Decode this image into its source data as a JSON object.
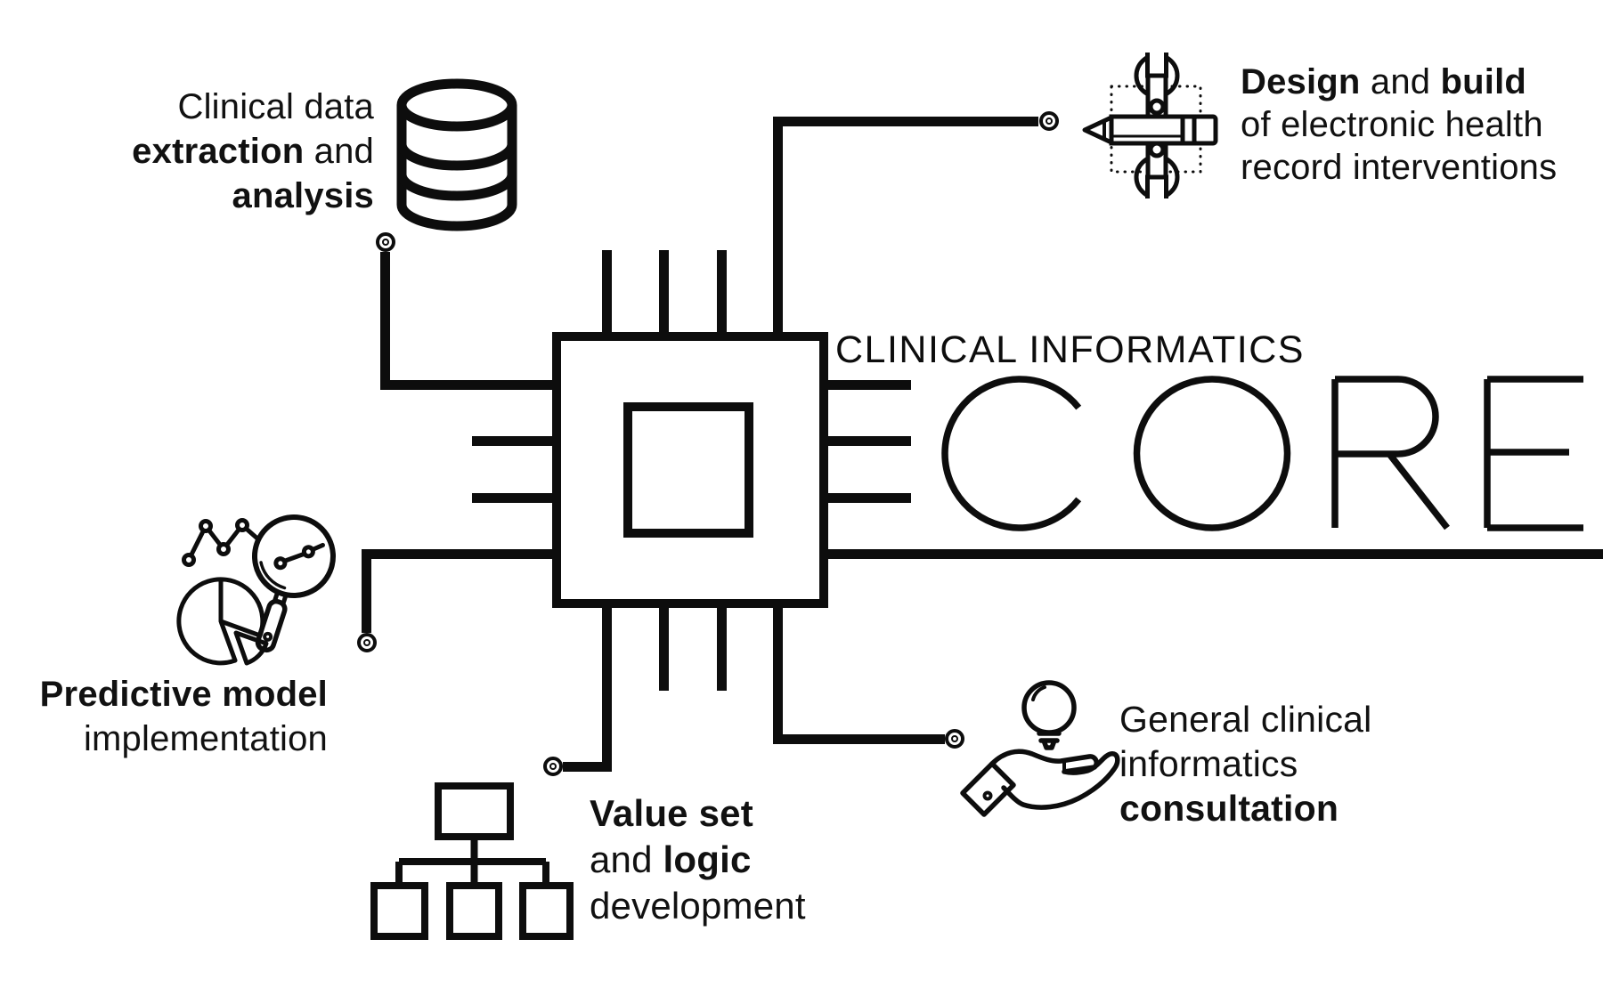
{
  "colors": {
    "ink": "#0d0d0d",
    "background": "#ffffff"
  },
  "brand": {
    "kicker": "CLINICAL INFORMATICS",
    "wordmark": "CORE",
    "center_icon": "chip-icon"
  },
  "services": {
    "clinical_data": {
      "icon": "database-icon",
      "lines": {
        "l1": "Clinical data",
        "l2_bold": "extraction",
        "l2_rest": " and",
        "l3_bold": "analysis"
      }
    },
    "design_build": {
      "icon": "wrench-pencil-icon",
      "lines": {
        "l1_bold": "Design",
        "l1_mid": " and ",
        "l1_bold2": "build",
        "l2": "of electronic health",
        "l3": "record interventions"
      }
    },
    "predictive_model": {
      "icon": "analytics-magnifier-icon",
      "lines": {
        "l1_bold": "Predictive model",
        "l2": "implementation"
      }
    },
    "value_set": {
      "icon": "hierarchy-icon",
      "lines": {
        "l1_bold": "Value set",
        "l2_rest": "and ",
        "l2_bold": "logic",
        "l3": "development"
      }
    },
    "consultation": {
      "icon": "hand-lightbulb-icon",
      "lines": {
        "l1": "General clinical",
        "l2": "informatics",
        "l3_bold": "consultation"
      }
    }
  }
}
